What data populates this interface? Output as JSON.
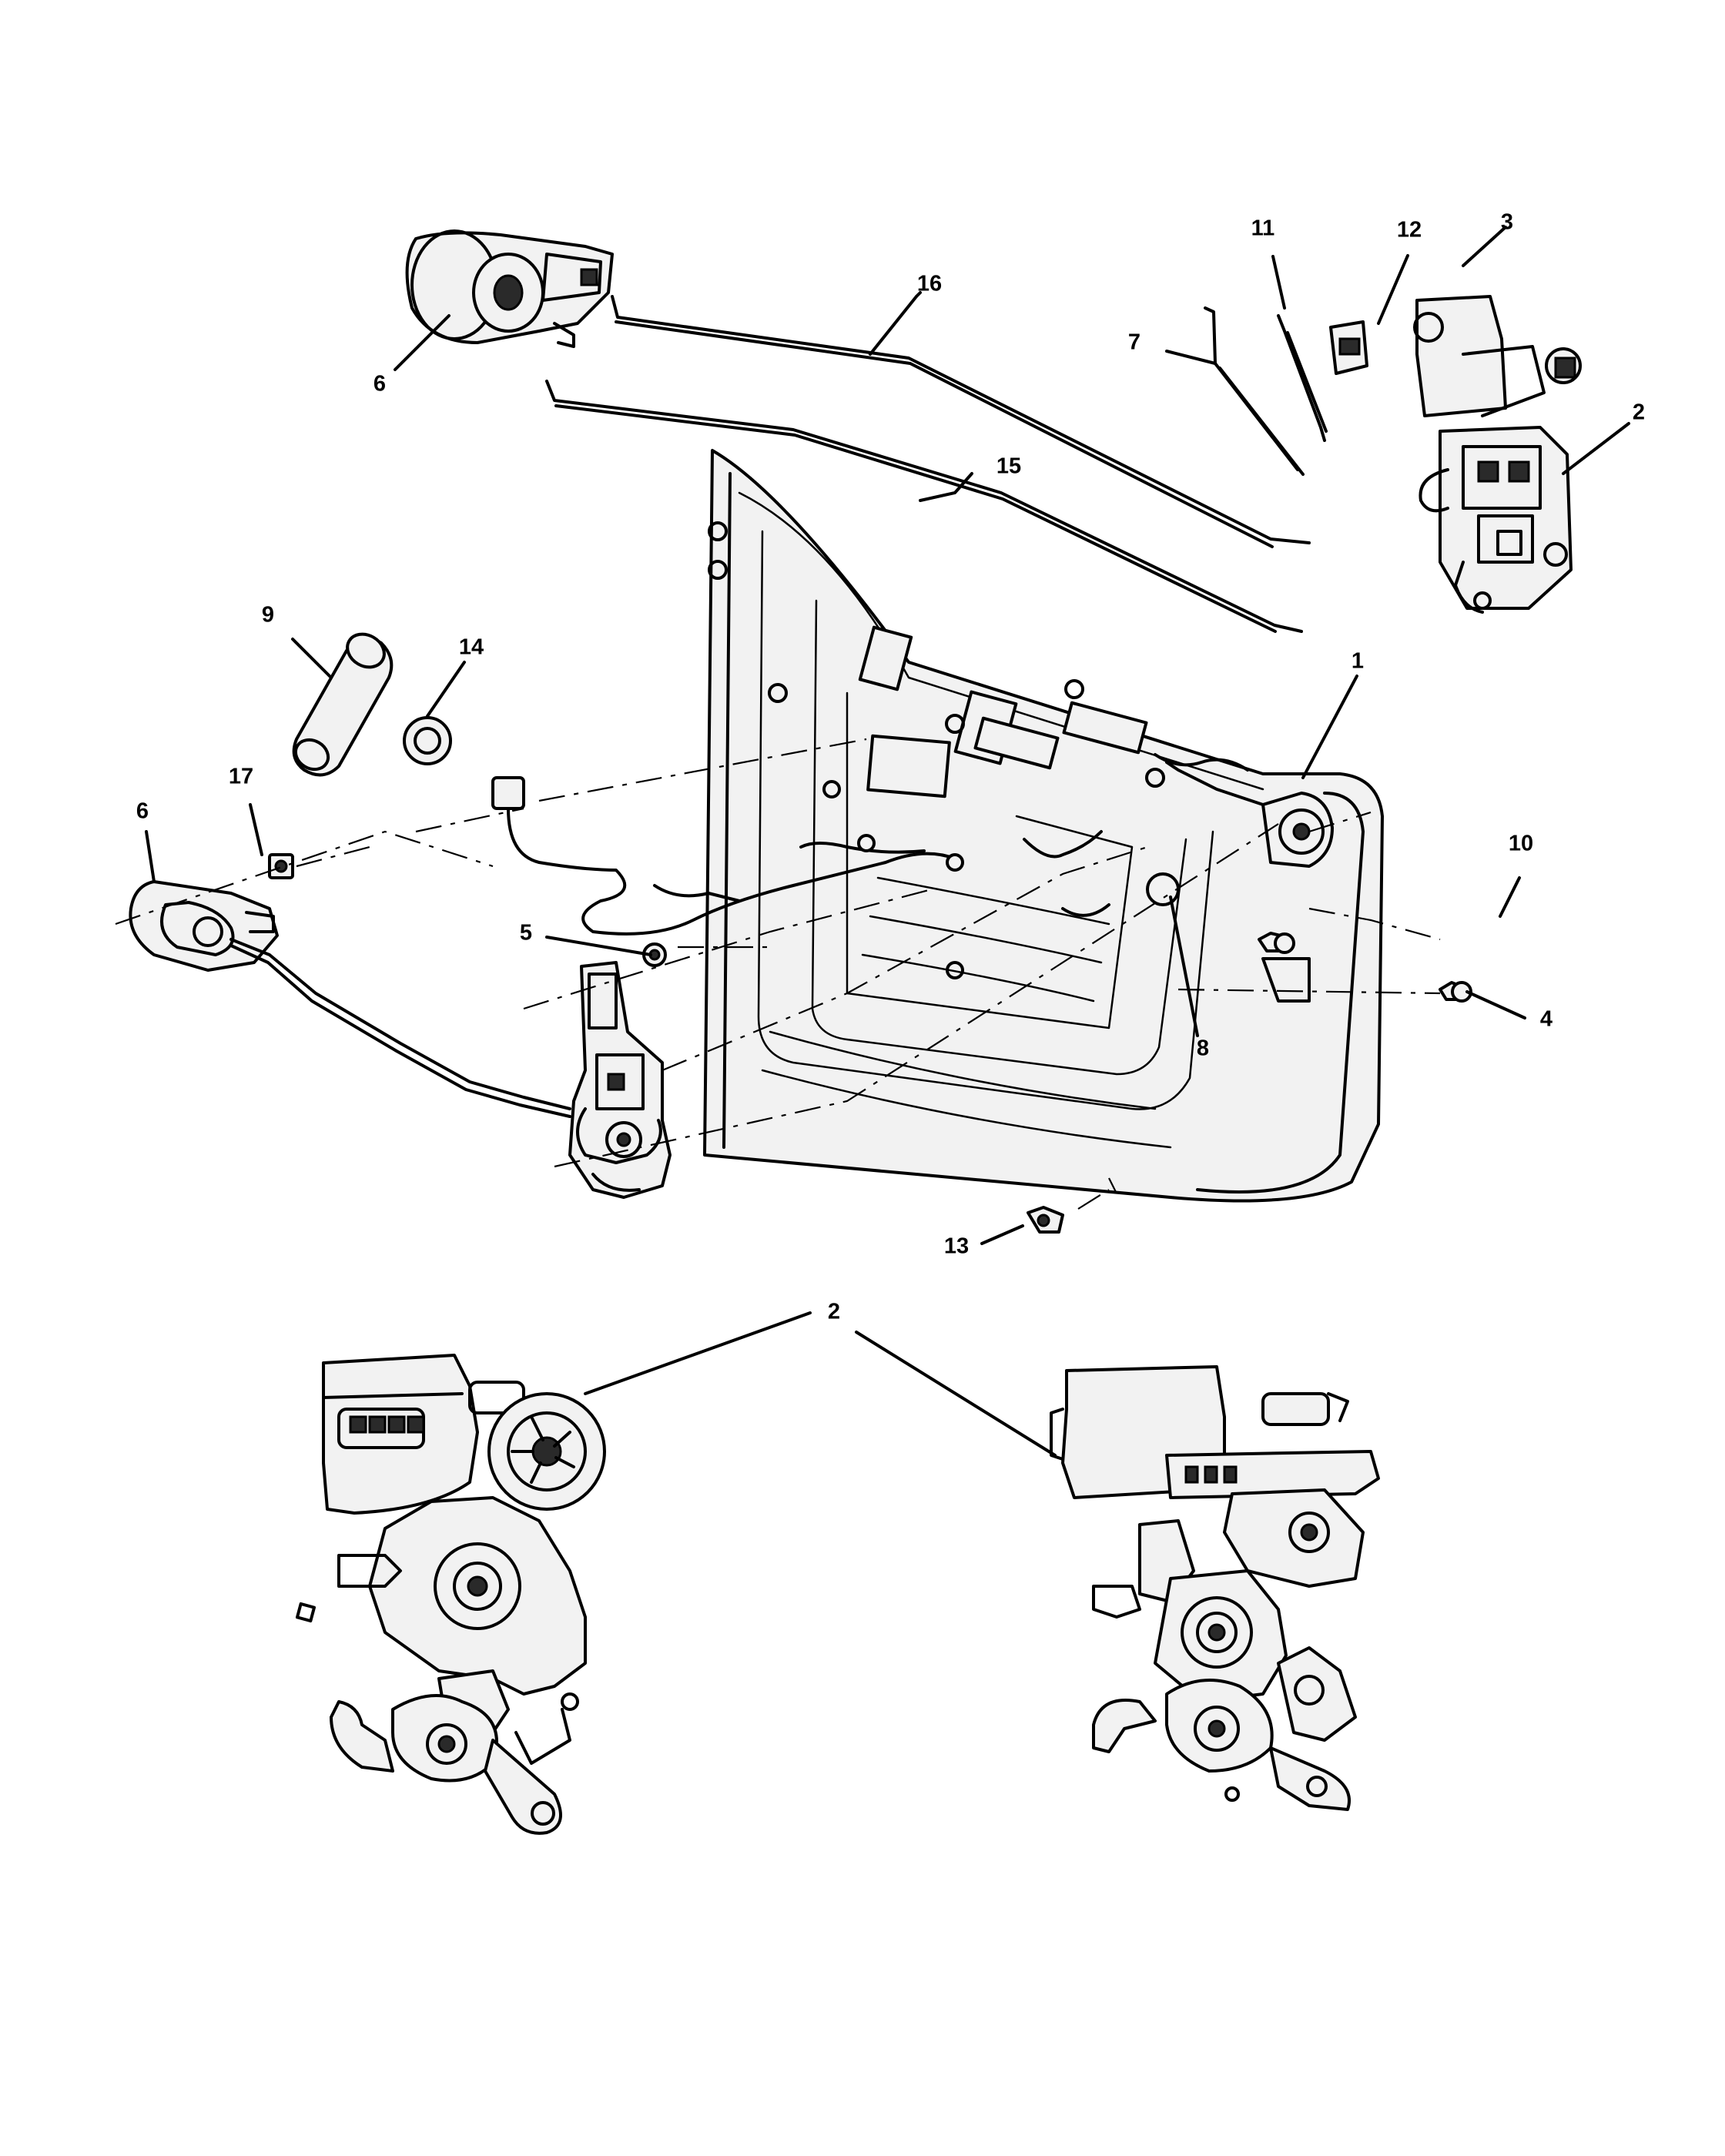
{
  "diagram": {
    "callouts": {
      "c1": "1",
      "c2_top": "2",
      "c2_bottom": "2",
      "c3": "3",
      "c4": "4",
      "c5": "5",
      "c6_top": "6",
      "c6_left": "6",
      "c7": "7",
      "c8": "8",
      "c9": "9",
      "c10": "10",
      "c11": "11",
      "c12": "12",
      "c13": "13",
      "c14": "14",
      "c15": "15",
      "c16": "16",
      "c17": "17"
    }
  }
}
